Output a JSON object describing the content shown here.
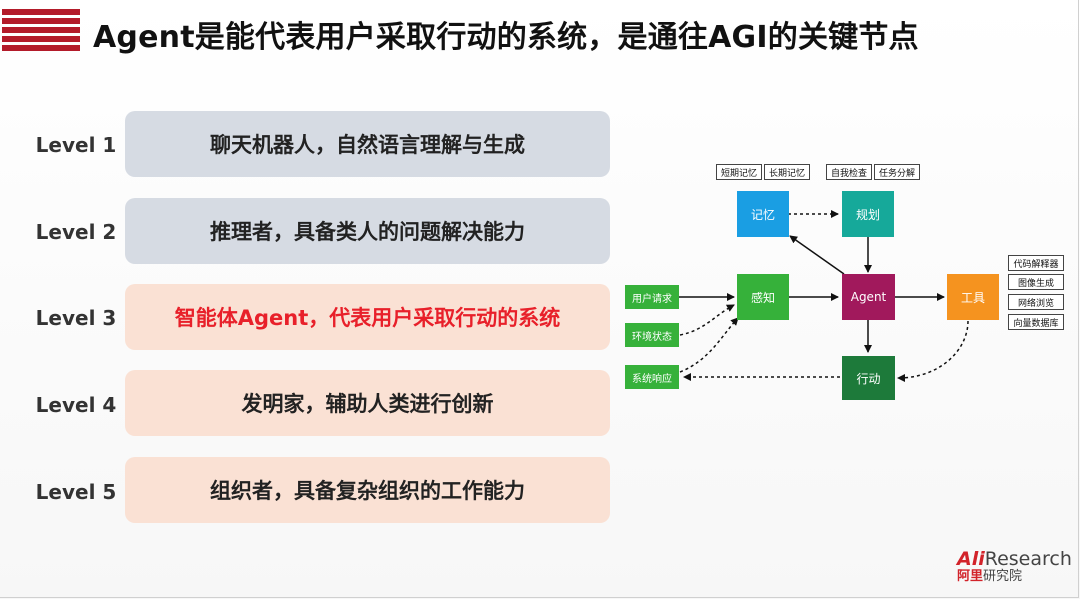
{
  "slide": {
    "title": "Agent是能代表用户采取行动的系统，是通往AGI的关键节点"
  },
  "levels": [
    {
      "label": "Level 1",
      "text": "聊天机器人，自然语言理解与生成"
    },
    {
      "label": "Level 2",
      "text": "推理者，具备类人的问题解决能力"
    },
    {
      "label": "Level 3",
      "text": "智能体Agent，代表用户采取行动的系统"
    },
    {
      "label": "Level 4",
      "text": "发明家，辅助人类进行创新"
    },
    {
      "label": "Level 5",
      "text": "组织者，具备复杂组织的工作能力"
    }
  ],
  "diagram": {
    "nodes": {
      "memory": "记忆",
      "planning": "规划",
      "perception": "感知",
      "agent": "Agent",
      "tools": "工具",
      "action": "行动",
      "user_request": "用户请求",
      "env_state": "环境状态",
      "system_response": "系统响应"
    },
    "tags": {
      "short_memory": "短期记忆",
      "long_memory": "长期记忆",
      "self_check": "自我检查",
      "task_decompose": "任务分解",
      "code_interpreter": "代码解释器",
      "image_gen": "图像生成",
      "web_browse": "网络浏览",
      "vector_db": "向量数据库"
    }
  },
  "brand": {
    "ali": "Ali",
    "research": "Research",
    "cn_red": "阿里",
    "cn_rest": "研究院"
  },
  "colors": {
    "brand_red": "#b31b2a",
    "highlight_red": "#e8202a",
    "box_gray": "#d6dbe3",
    "box_peach": "#fae1d4",
    "node_blue": "#1a9ee3",
    "node_teal": "#16a99a",
    "node_green": "#36b13a",
    "node_magenta": "#a1195c",
    "node_orange": "#f5931f",
    "node_darkgreen": "#1d7a3a"
  }
}
